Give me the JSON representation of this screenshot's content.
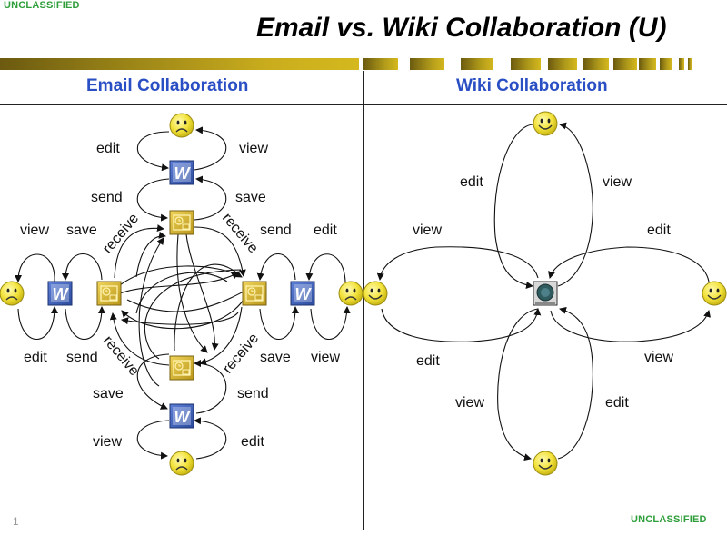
{
  "classification": {
    "top": "UNCLASSIFIED",
    "bottom": "UNCLASSIFIED",
    "color": "#2e9e3a"
  },
  "title": "Email vs. Wiki Collaboration (U)",
  "page_number": "1",
  "colors": {
    "heading": "#2a4fc4",
    "accent_bar": "#c9ad1d",
    "smiley": "#f2e23a",
    "word_icon": "#3a5db8",
    "outlook_icon": "#d9b92a"
  },
  "email": {
    "heading": "Email Collaboration",
    "top": {
      "user": "sad-user-icon",
      "doc": "word-doc-icon",
      "mail": "outlook-mail-icon",
      "labels": {
        "edit": "edit",
        "view": "view",
        "send": "send",
        "save": "save"
      }
    },
    "left": {
      "labels": {
        "view": "view",
        "save": "save",
        "edit": "edit",
        "send": "send"
      }
    },
    "right": {
      "labels": {
        "send": "send",
        "edit": "edit",
        "save": "save",
        "view": "view"
      }
    },
    "bottom": {
      "labels": {
        "save": "save",
        "send": "send",
        "view": "view",
        "edit": "edit"
      }
    },
    "receive_labels": [
      "receive",
      "receive",
      "receive",
      "receive"
    ]
  },
  "wiki": {
    "heading": "Wiki Collaboration",
    "center": "wiki-server-icon",
    "top": {
      "edit": "edit",
      "view": "view"
    },
    "left": {
      "view": "view",
      "edit": "edit"
    },
    "right": {
      "edit": "edit",
      "view": "view"
    },
    "bottom": {
      "view": "view",
      "edit": "edit"
    }
  }
}
